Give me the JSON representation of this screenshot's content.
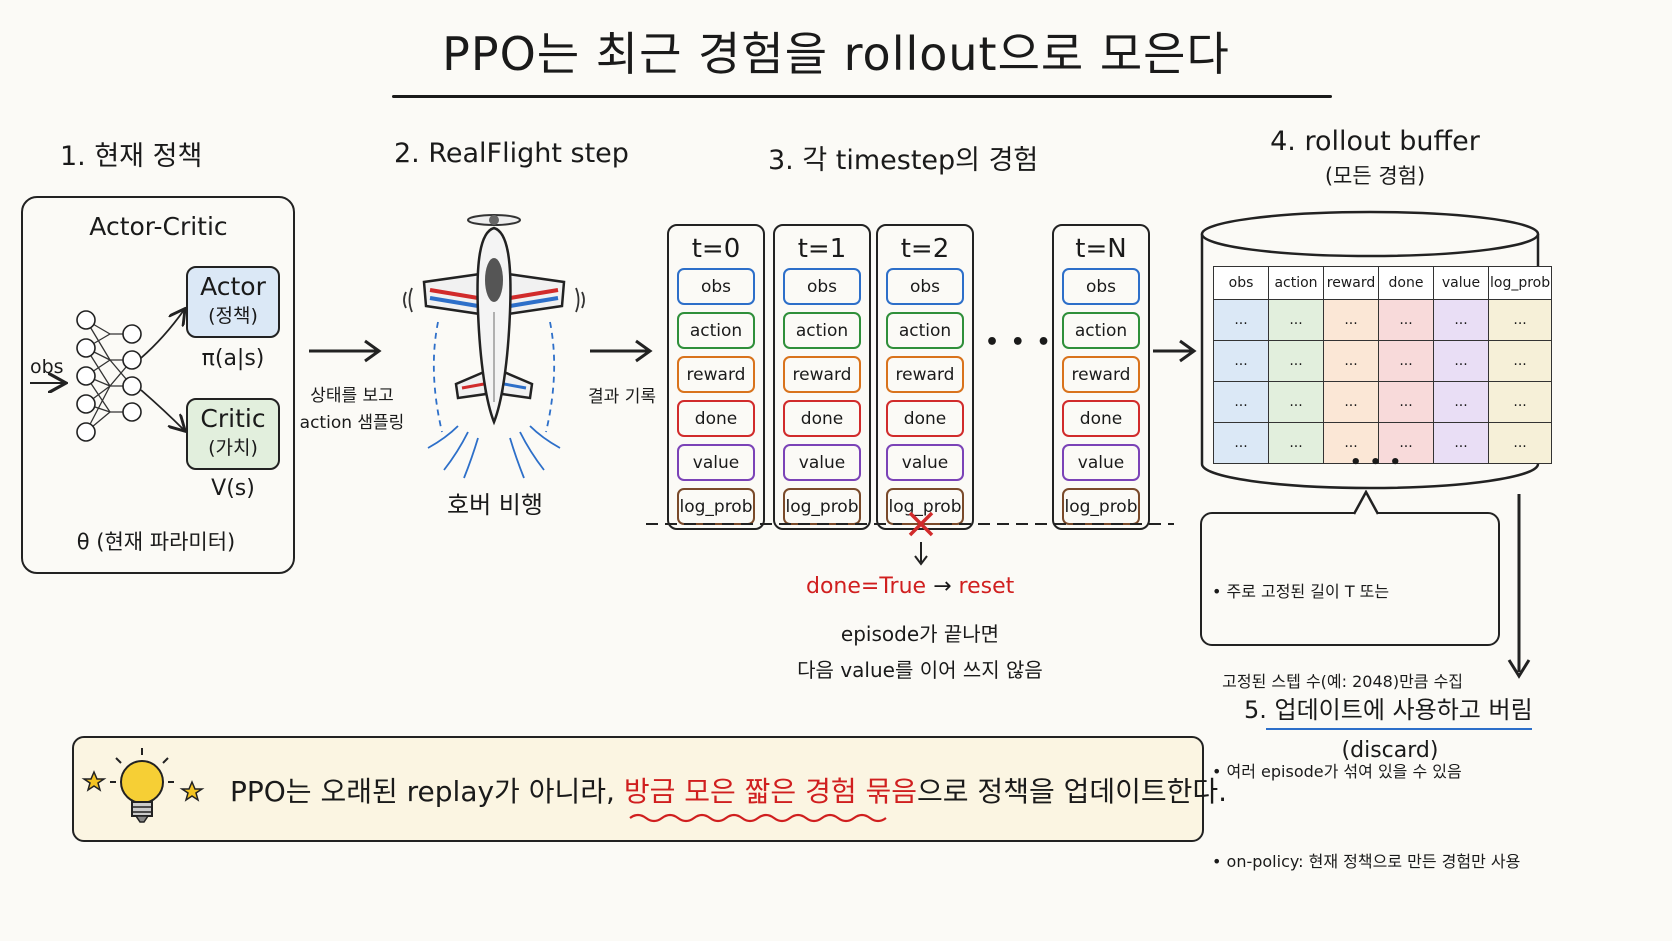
{
  "title": "PPO는 최근 경험을 rollout으로 모은다",
  "step1": {
    "heading": "1. 현재 정책",
    "box_title": "Actor-Critic",
    "input_label": "obs",
    "actor_label": "Actor",
    "actor_sub": "(정책)",
    "actor_fn": "π(a|s)",
    "critic_label": "Critic",
    "critic_sub": "(가치)",
    "critic_fn": "V(s)",
    "params": "θ (현재 파라미터)"
  },
  "arrow1_labels": [
    "상태를 보고",
    "action 샘플링"
  ],
  "step2": {
    "heading": "2. RealFlight step",
    "caption": "호버 비행"
  },
  "arrow2_label": "결과 기록",
  "step3": {
    "heading": "3. 각 timestep의 경험",
    "columns": [
      "t=0",
      "t=1",
      "t=2",
      "t=N"
    ],
    "fields": [
      "obs",
      "action",
      "reward",
      "done",
      "value",
      "log_prob"
    ],
    "ellipsis": "• • •"
  },
  "done_note": {
    "cond": "done=True",
    "arrow": "→",
    "action": "reset",
    "line1": "episode가 끝나면",
    "line2": "다음 value를 이어 쓰지 않음"
  },
  "step4": {
    "heading": "4. rollout buffer",
    "sub": "(모든 경험)",
    "table_headers": [
      "obs",
      "action",
      "reward",
      "done",
      "value",
      "log_prob"
    ],
    "cell": "...",
    "rows": 4,
    "more": "• • •",
    "notes": [
      "• 주로 고정된 길이 T 또는",
      "  고정된 스텝 수(예: 2048)만큼 수집",
      "• 여러 episode가 섞여 있을 수 있음",
      "• on-policy: 현재 정책으로 만든 경험만 사용"
    ]
  },
  "step5": {
    "heading": "5. 업데이트에 사용하고 버림",
    "sub": "(discard)"
  },
  "bottom": {
    "text_before": "PPO는 오래된 replay가 아니라,",
    "text_highlight": "방금 모은 짧은 경험 묶음",
    "text_after": "으로 정책을 업데이트한다."
  },
  "colors": {
    "obs": "#2d6fc9",
    "action": "#2f8f3a",
    "reward": "#d9731c",
    "done": "#d12b2b",
    "value": "#7b43b7",
    "log_prob": "#7a4a2a",
    "actor_fill": "#dbe8f6",
    "critic_fill": "#e2efdd",
    "accent_red": "#d01f1f"
  }
}
